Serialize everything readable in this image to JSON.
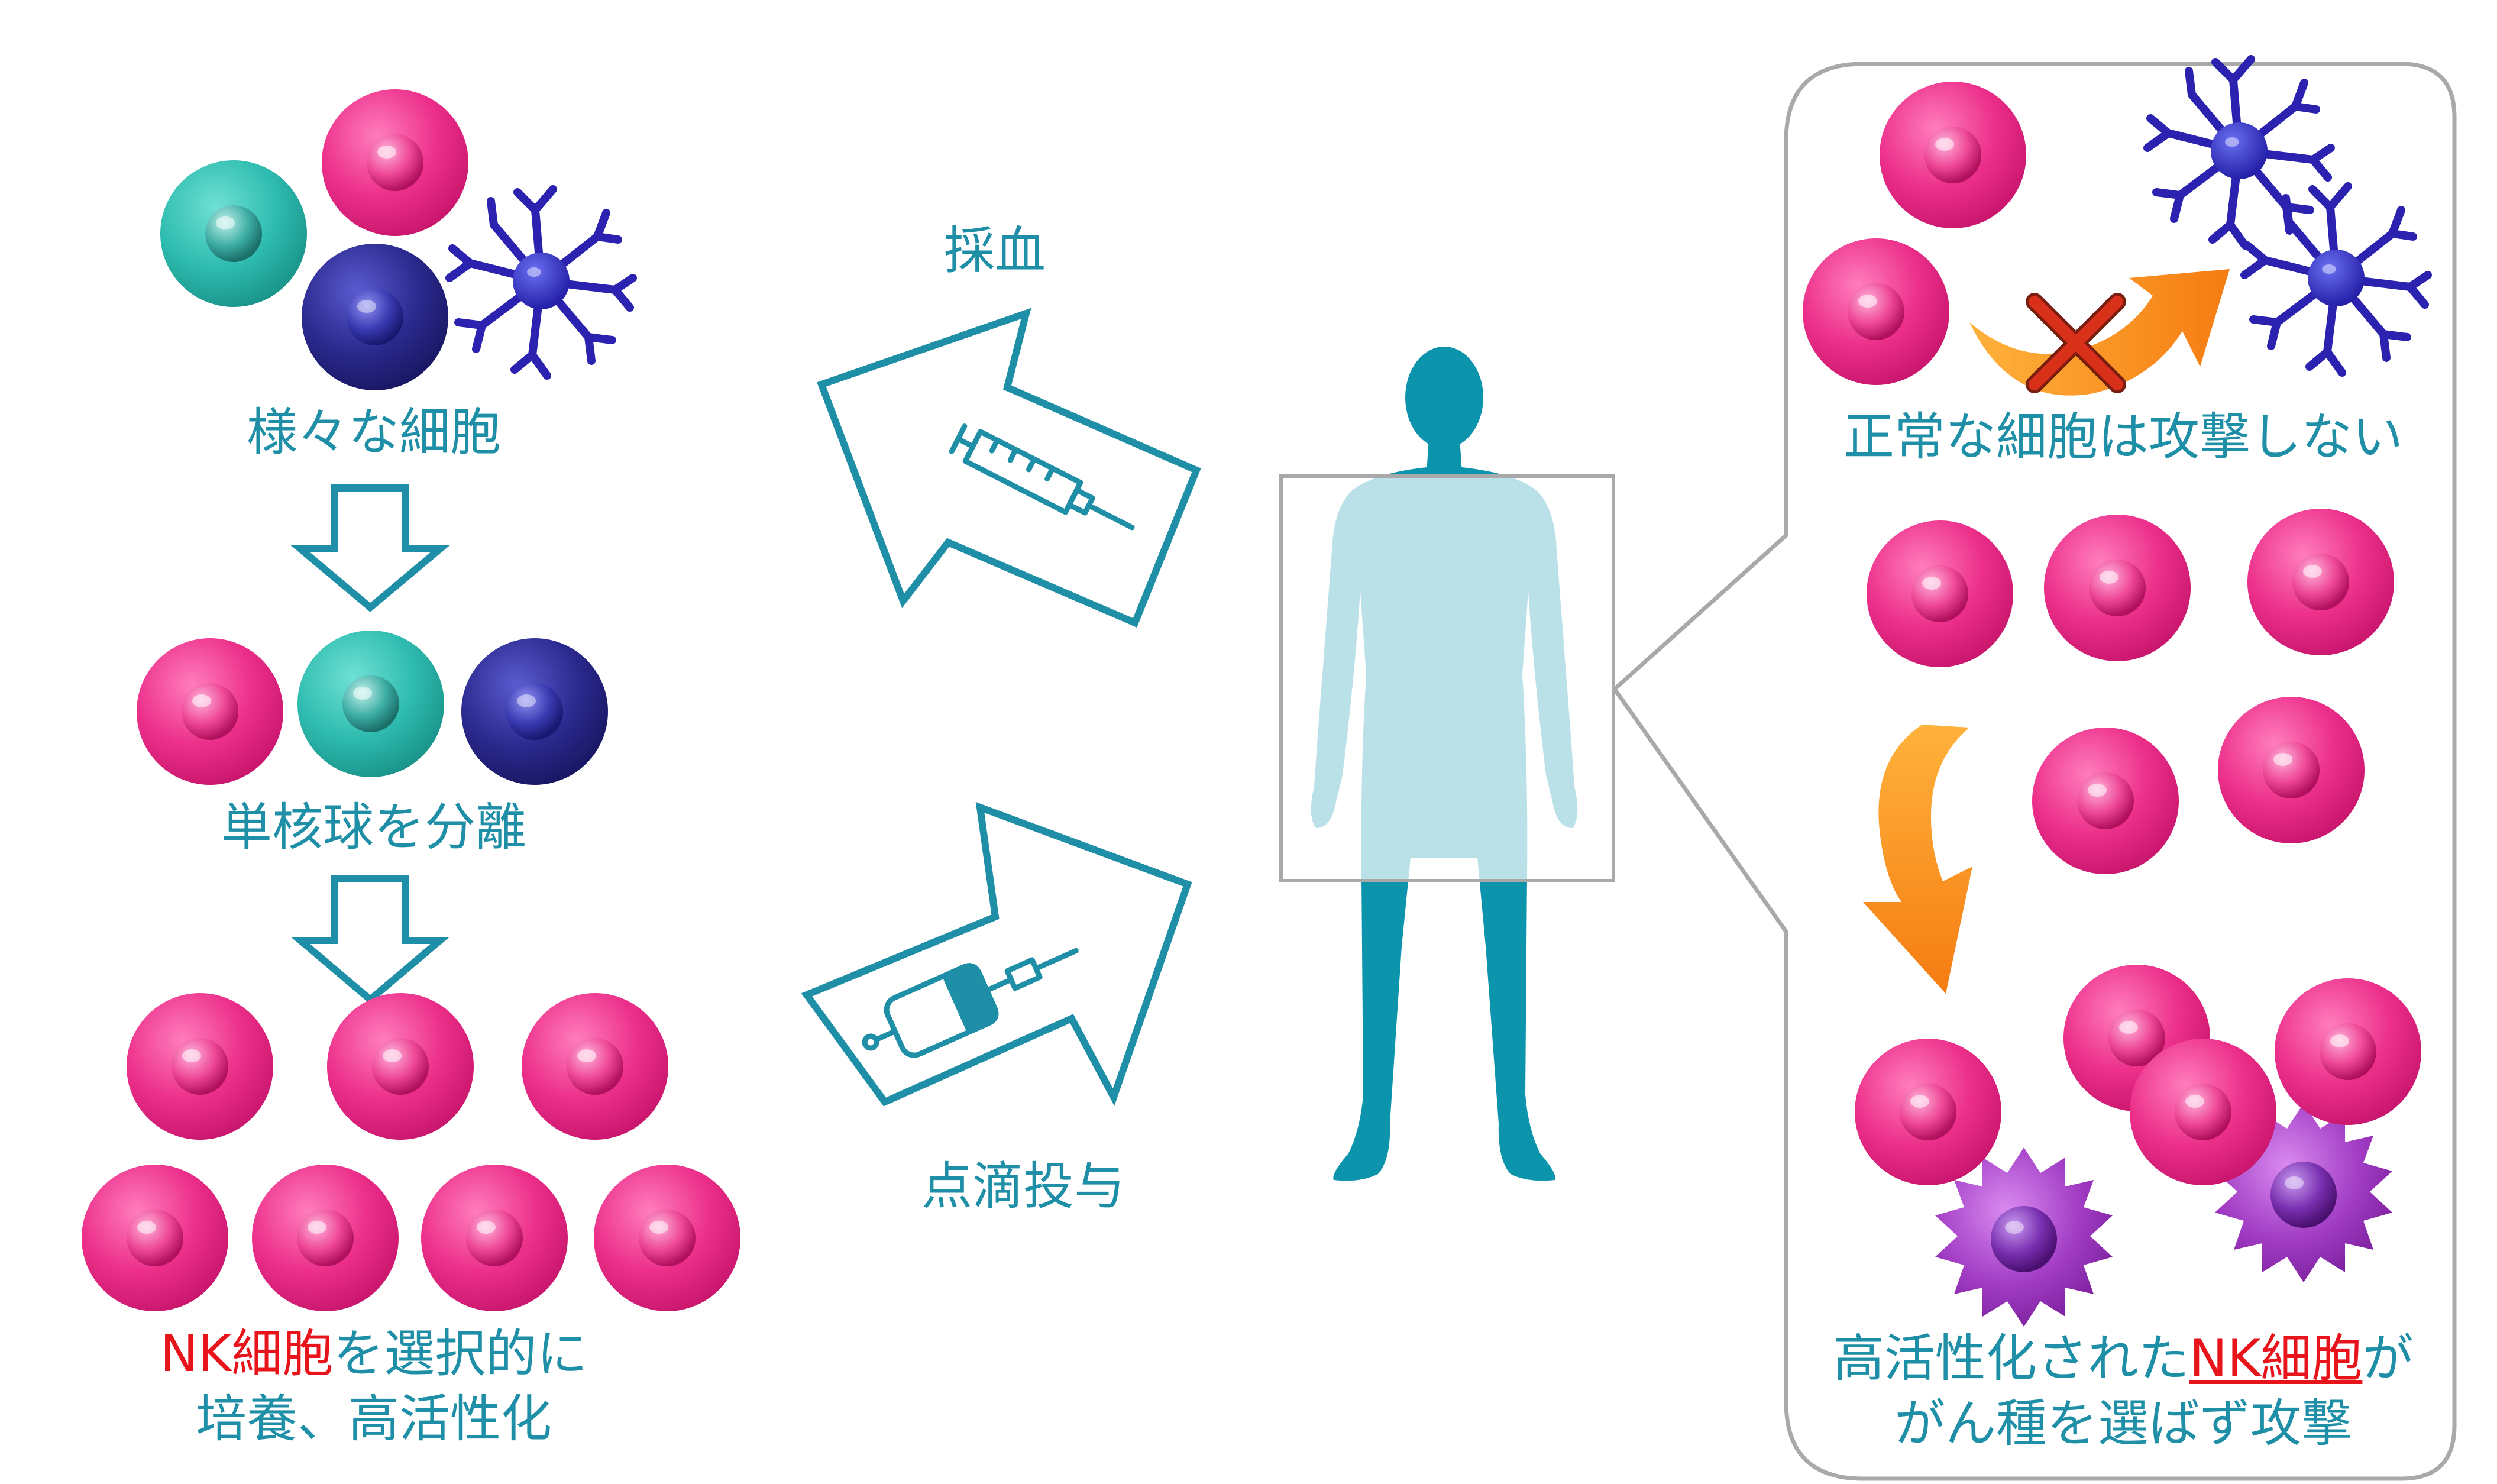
{
  "colors": {
    "teal": "#1e8fa6",
    "highlight": "#e8141b",
    "nk_cell": "#ec2f8a",
    "monocyte": "#2fbcb0",
    "lymphocyte": "#2b2a8f",
    "dendritic": "#2b23b0",
    "cancer_cell": "#a13cc4",
    "arrow_orange": "#f7901e",
    "panel_border": "#a9a9a9"
  },
  "icons": {
    "blood_draw": "syringe-icon",
    "infusion": "iv-bag-icon",
    "blocked": "cross-mark-icon"
  },
  "left_column": {
    "step1_label": "様々な細胞",
    "step2_label": "単核球を分離",
    "step3_label_nk": "NK細胞",
    "step3_label_rest": "を選択的に",
    "step3_label_line2": "培養、高活性化"
  },
  "middle": {
    "blood_draw_label": "採血",
    "infusion_label": "点滴投与"
  },
  "right_panel": {
    "no_attack_label": "正常な細胞は攻撃しない",
    "attack_label_prefix": "高活性化された",
    "attack_label_nk": "NK細胞",
    "attack_label_suffix": "が",
    "attack_label_line2": "がん種を選ばず攻撃"
  }
}
